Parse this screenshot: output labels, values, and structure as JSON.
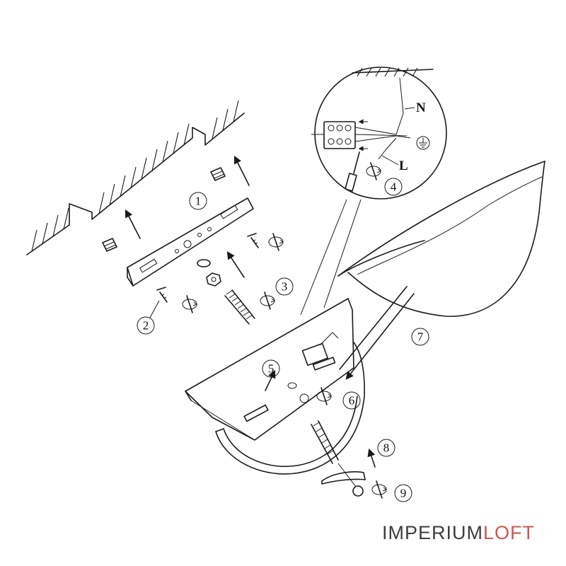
{
  "callouts": [
    "1",
    "2",
    "3",
    "4",
    "5",
    "6",
    "7",
    "8",
    "9"
  ],
  "wiring": {
    "neutral": "N",
    "live": "L"
  },
  "watermark": {
    "part1": "IMPERIUM",
    "part2": "LOFT",
    "color_part1": "#3d3d3d",
    "color_part2": "#c9584f"
  },
  "icons": [
    "ground-icon",
    "rotate-arrow-icon",
    "screwdriver-icon",
    "arrow-icon"
  ]
}
